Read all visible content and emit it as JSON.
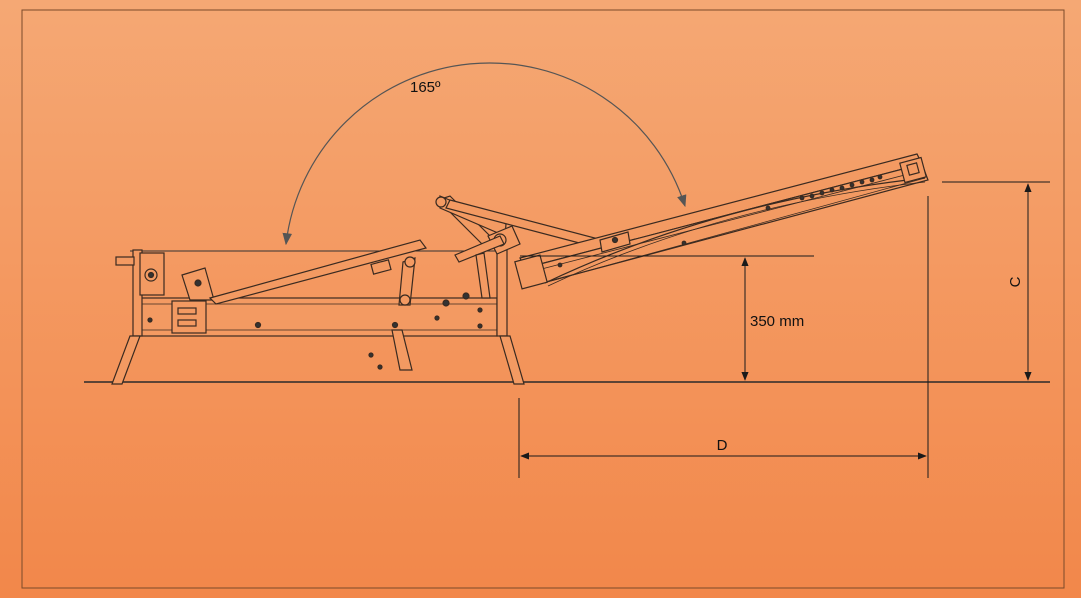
{
  "diagram": {
    "labels": {
      "angle": "165º",
      "height": "350 mm",
      "dimension_c": "C",
      "dimension_d": "D"
    },
    "colors": {
      "background_top": "#F5A874",
      "background_bottom": "#F2874A",
      "line": "#3a2a20",
      "arc": "#5a5a5a",
      "frame_fill": "#F39A62"
    }
  }
}
